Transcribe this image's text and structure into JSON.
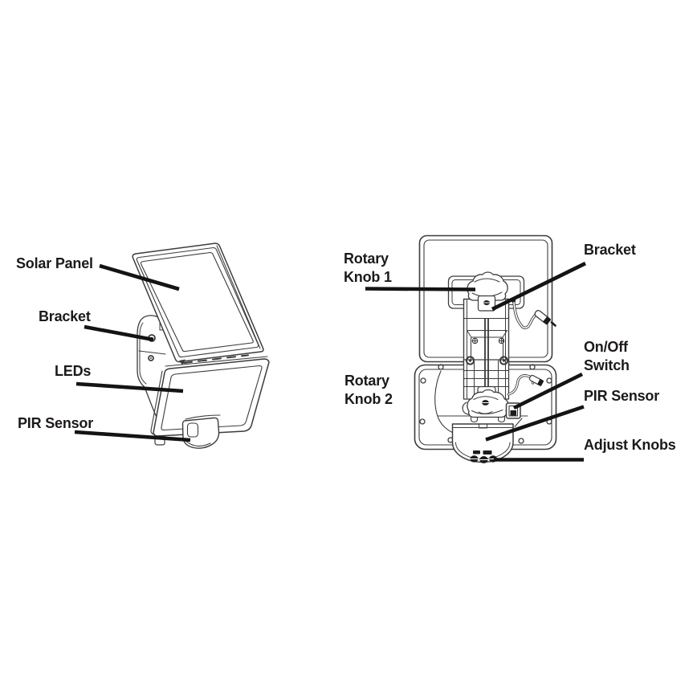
{
  "diagram": {
    "colors": {
      "background": "#ffffff",
      "line": "#3c3c3c",
      "leader": "#141414",
      "text": "#1d191a"
    },
    "front_view": {
      "solar_panel": "Solar Panel",
      "bracket": "Bracket",
      "leds": "LEDs",
      "pir_sensor": "PIR Sensor"
    },
    "back_view": {
      "rotary_knob_1": [
        "Rotary",
        "Knob 1"
      ],
      "bracket": "Bracket",
      "on_off_switch": [
        "On/Off",
        "Switch"
      ],
      "rotary_knob_2": [
        "Rotary",
        "Knob 2"
      ],
      "pir_sensor": "PIR Sensor",
      "adjust_knobs": "Adjust Knobs"
    }
  }
}
